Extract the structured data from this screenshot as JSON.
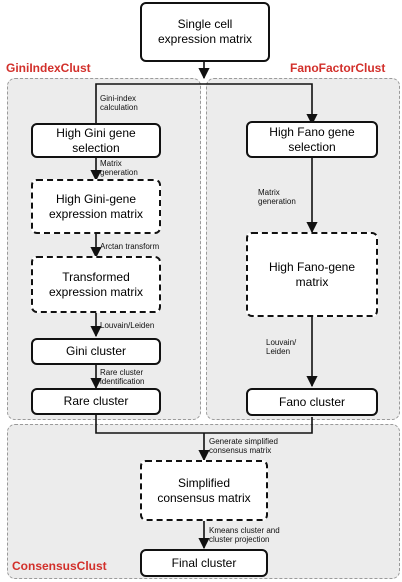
{
  "panels": {
    "gini_title": "GiniIndexClust",
    "fano_title": "FanoFactorClust",
    "consensus_title": "ConsensusClust"
  },
  "nodes": {
    "input": "Single cell\nexpression matrix",
    "gini_selection": "High Gini gene\nselection",
    "gini_matrix": "High Gini-gene\nexpression matrix",
    "transformed": "Transformed\nexpression matrix",
    "gini_cluster": "Gini cluster",
    "rare_cluster": "Rare cluster",
    "fano_selection": "High Fano gene\nselection",
    "fano_matrix": "High Fano-gene\nmatrix",
    "fano_cluster": "Fano cluster",
    "consensus_matrix": "Simplified\nconsensus matrix",
    "final_cluster": "Final cluster"
  },
  "edge_labels": {
    "gini_index": "Gini-index\ncalculation",
    "matrix_gen_gini": "Matrix\ngeneration",
    "arctan": "Arctan transform",
    "louvain_gini": "Louvain/Leiden",
    "rare_ident": "Rare cluster\nidentification",
    "matrix_gen_fano": "Matrix\ngeneration",
    "louvain_fano": "Louvain/\nLeiden",
    "consensus_gen": "Generate simplified\nconsensus matrix",
    "kmeans": "Kmeans cluster and\ncluster projection"
  },
  "colors": {
    "panel_title": "#d2302b",
    "panel_bg": "#ececec"
  }
}
